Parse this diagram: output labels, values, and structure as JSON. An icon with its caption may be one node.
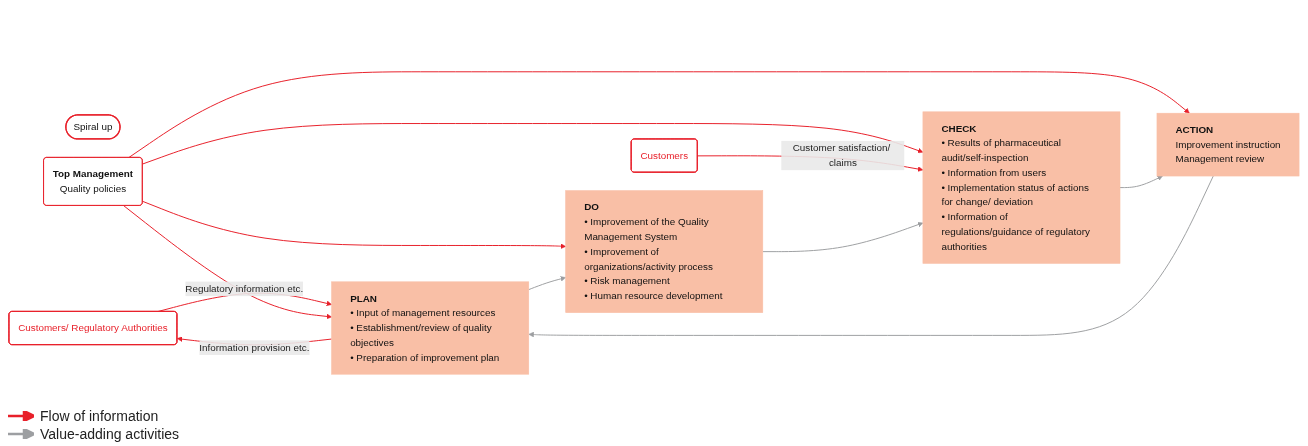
{
  "diagram": {
    "nodes": [
      {
        "text": [
          "Spiral up"
        ]
      },
      {
        "text": [
          "Customers/ Regulatory Authorities"
        ]
      },
      {
        "text": [
          "PLAN",
          "• Input of management resources",
          "• Establishment/review of quality objectives",
          "• Preparation of improvement plan"
        ]
      },
      {
        "text": [
          "ACTION",
          "Improvement instruction",
          "Management review"
        ]
      },
      {
        "text": [
          "Top Management",
          "Quality policies"
        ]
      },
      {
        "text": [
          "DO",
          "• Improvement of the Quality Management System",
          "• Improvement of organizations/activity process",
          "• Risk management",
          "• Human resource development"
        ]
      },
      {
        "text": [
          "CHECK",
          "• Results of pharmaceutical audit/self-inspection",
          "• Information from users",
          "• Implementation status of actions for change/ deviation",
          "• Information of regulations/guidance of regulatory authorities"
        ]
      },
      {
        "text": [
          "Customers"
        ]
      }
    ],
    "edges": [
      {
        "from": 1,
        "to": 2,
        "arrow": "to",
        "label": "Regulatory information etc."
      },
      {
        "from": 2,
        "to": 1,
        "arrow": "to",
        "label": "Information provision etc."
      },
      {
        "from": 4,
        "to": 3,
        "arrow": "to"
      },
      {
        "from": 4,
        "to": 2,
        "arrow": "to"
      },
      {
        "from": 4,
        "to": 6,
        "arrow": "to"
      },
      {
        "from": 4,
        "to": 5,
        "arrow": "to"
      },
      {
        "from": 7,
        "to": 6,
        "arrow": "to",
        "label": "Customer satisfaction/ claims"
      },
      {
        "from": 3,
        "to": 2,
        "arrow": "to",
        "color": "#9d9fa2"
      },
      {
        "from": 2,
        "to": 5,
        "arrow": "to",
        "color": "#9d9fa2"
      },
      {
        "from": 5,
        "to": 6,
        "arrow": "to",
        "color": "#9d9fa2"
      },
      {
        "from": 6,
        "to": 3,
        "arrow": "to",
        "color": "#9d9fa2"
      }
    ],
    "legend": [
      {
        "text": "Flow of information"
      },
      {
        "text": "Value-adding activities"
      }
    ]
  }
}
